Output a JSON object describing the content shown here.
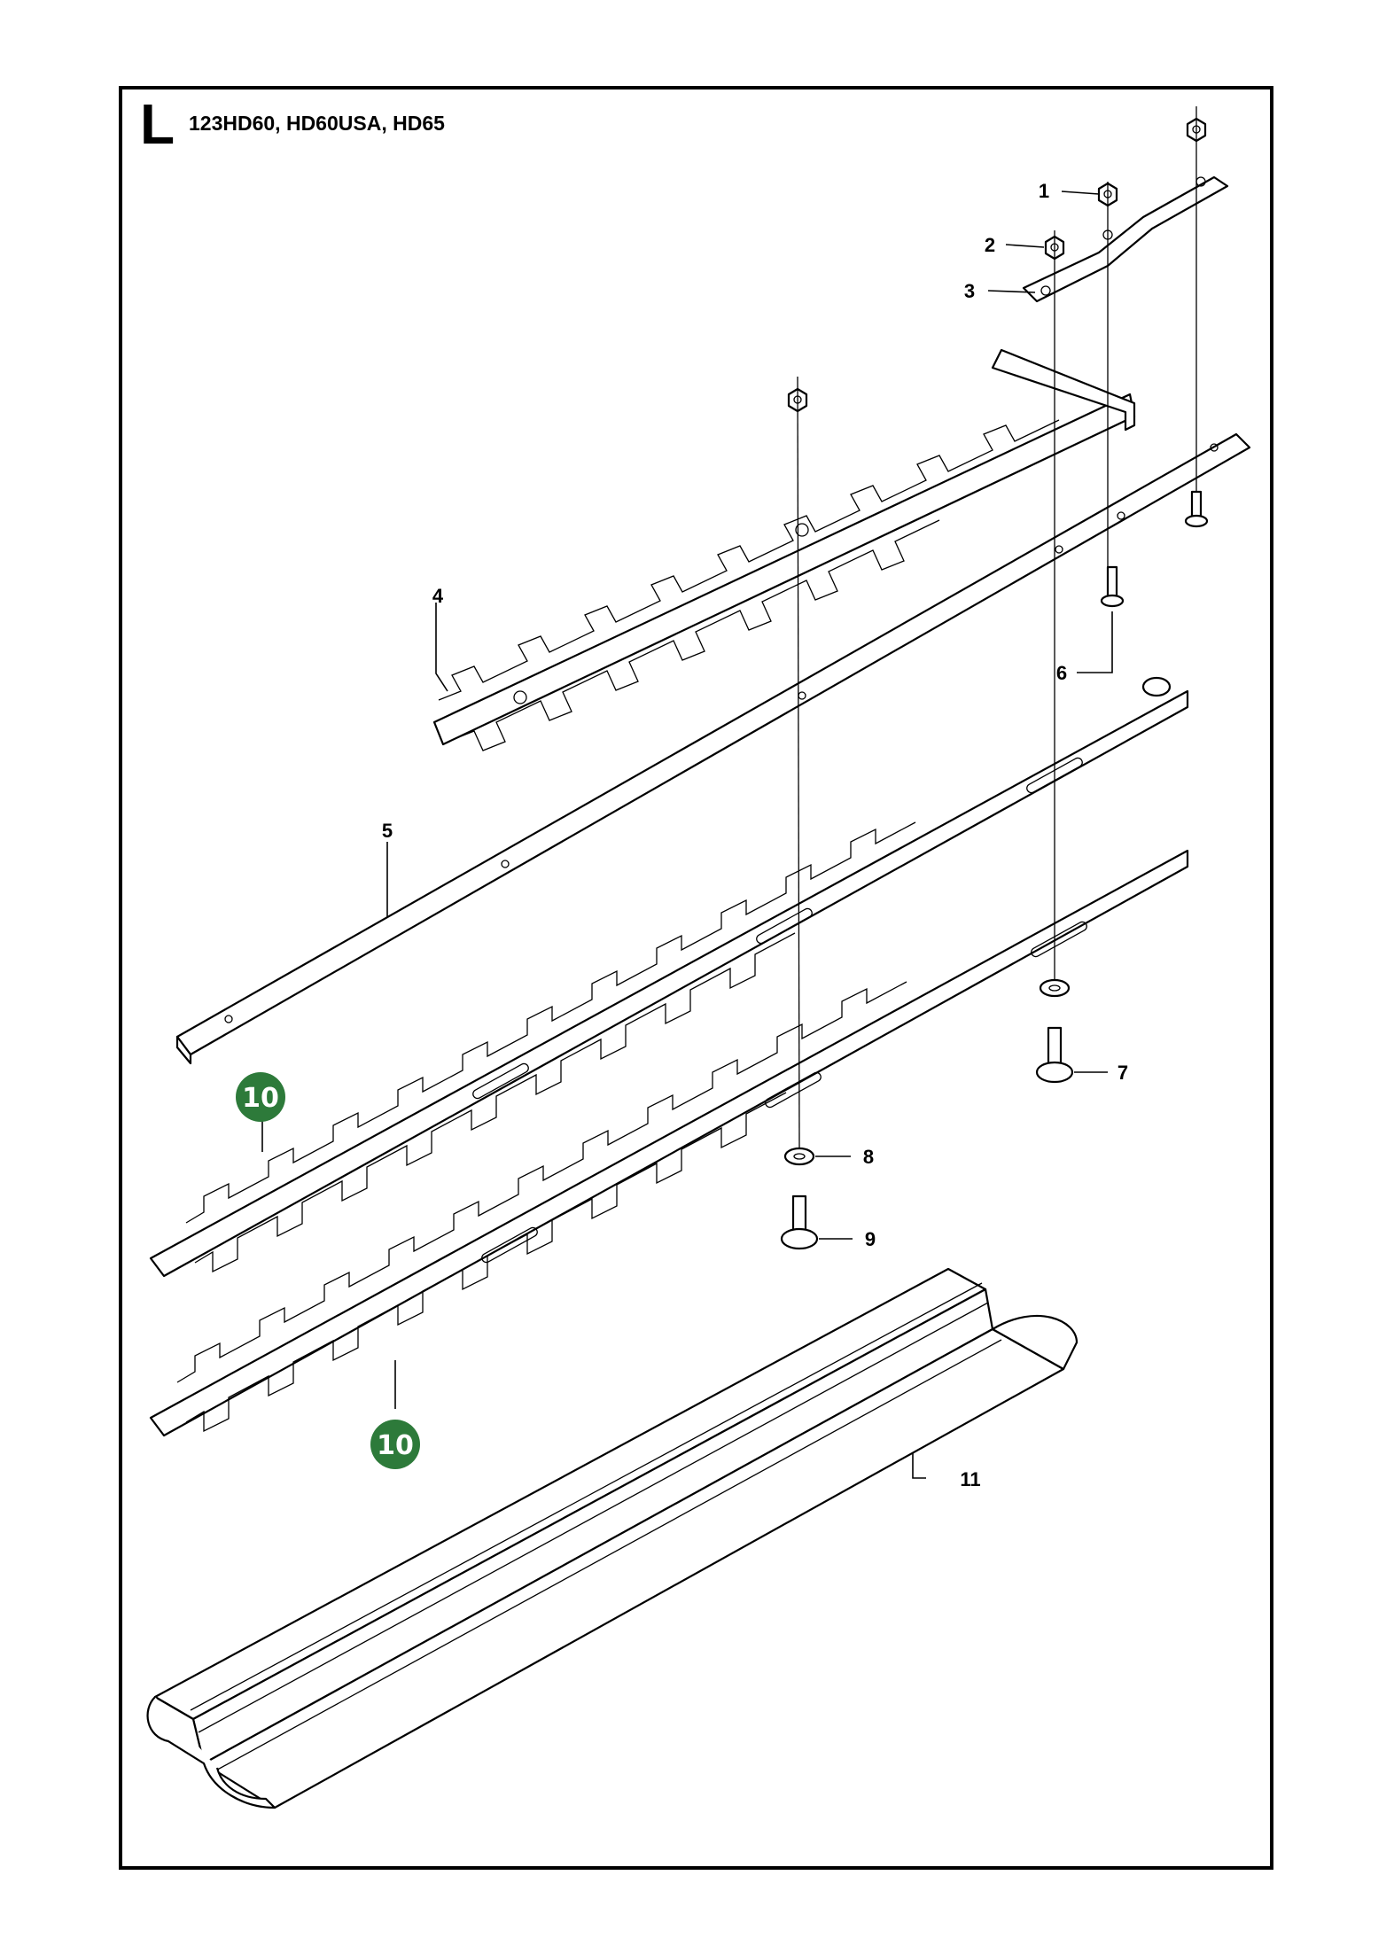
{
  "page": {
    "letter": "L",
    "models": "123HD60, HD60USA, HD65"
  },
  "highlight_color": "#2d7a3a",
  "callouts": [
    {
      "id": "1",
      "label": "1"
    },
    {
      "id": "2",
      "label": "2"
    },
    {
      "id": "3",
      "label": "3"
    },
    {
      "id": "4",
      "label": "4"
    },
    {
      "id": "5",
      "label": "5"
    },
    {
      "id": "6",
      "label": "6"
    },
    {
      "id": "7",
      "label": "7"
    },
    {
      "id": "8",
      "label": "8"
    },
    {
      "id": "9",
      "label": "9"
    },
    {
      "id": "10a",
      "label": "10"
    },
    {
      "id": "10b",
      "label": "10"
    },
    {
      "id": "11",
      "label": "11"
    }
  ]
}
